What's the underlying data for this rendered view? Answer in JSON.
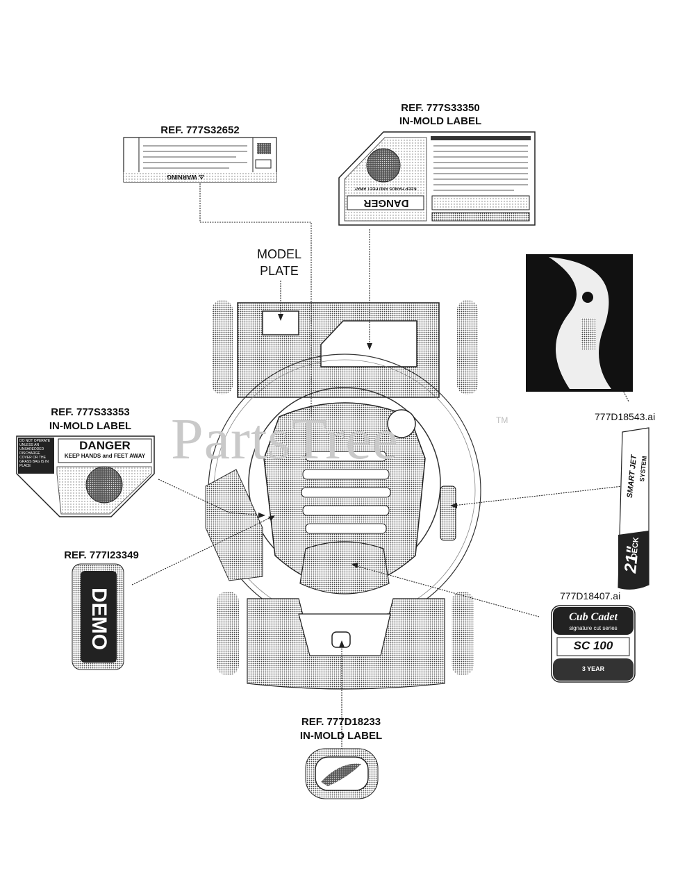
{
  "watermark": {
    "text": "PartsTree",
    "trademark": "TM"
  },
  "labels": {
    "ref_777s32652": "REF. 777S32652",
    "ref_777s33350_line1": "REF. 777S33350",
    "ref_777s33350_line2": "IN-MOLD LABEL",
    "model_plate_line1": "MODEL",
    "model_plate_line2": "PLATE",
    "ref_777s33353_line1": "REF. 777S33353",
    "ref_777s33353_line2": "IN-MOLD LABEL",
    "ref_777i23349": "REF. 777I23349",
    "file_777d18543": "777D18543.ai",
    "file_777d18407": "777D18407.ai",
    "ref_777d18233_line1": "REF. 777D18233",
    "ref_777d18233_line2": "IN-MOLD LABEL"
  },
  "decals": {
    "warning_header": "⚠ WARNING",
    "danger_top": "DANGER",
    "danger_top_sub": "KEEP HANDS AND FEET AWAY",
    "danger_left": "DANGER",
    "danger_left_sub": "KEEP HANDS and FEET AWAY",
    "danger_left_side": "DO NOT OPERATE UNLESS AN UNSHREDDED DISCHARGE COVER OR THE GRASS BAG IS IN PLACE",
    "vertical_badge": "DEMO",
    "deck_size": "21\"",
    "deck_word": "DECK",
    "smart_jet": "SMART JET",
    "system": "SYSTEM",
    "brand": "Cub Cadet",
    "series": "signature cut series",
    "model": "SC 100",
    "warranty": "3 YEAR"
  },
  "colors": {
    "ink": "#111111",
    "gray": "#8c8c8c",
    "light": "#d9d9d9",
    "watermark": "#c9c9c9"
  }
}
